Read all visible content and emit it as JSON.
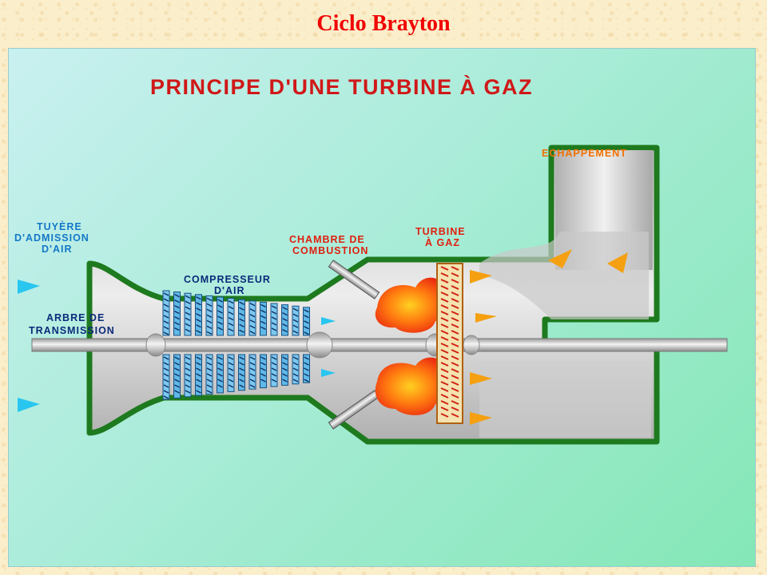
{
  "slide": {
    "title": "Ciclo Brayton"
  },
  "diagram": {
    "heading": "PRINCIPE D'UNE TURBINE À GAZ",
    "labels": {
      "intake_nozzle": [
        "TUYÈRE",
        "D'ADMISSION",
        "D'AIR"
      ],
      "drive_shaft": [
        "ARBRE DE",
        "TRANSMISSION"
      ],
      "air_compressor": [
        "COMPRESSEUR",
        "D'AIR"
      ],
      "combustion_chamber": [
        "CHAMBRE DE",
        "COMBUSTION"
      ],
      "gas_turbine": [
        "TURBINE",
        "À GAZ"
      ],
      "exhaust": "ECHAPPEMENT"
    },
    "colors": {
      "heading": "#d01818",
      "blue_labels": "#1478c8",
      "red_labels": "#e02010",
      "exhaust_label": "#f07000",
      "casing_outline": "#1e7a1e",
      "flame": "#ff4a10",
      "air_arrows": "#29c6f0",
      "gas_arrows": "#f5a010"
    }
  }
}
